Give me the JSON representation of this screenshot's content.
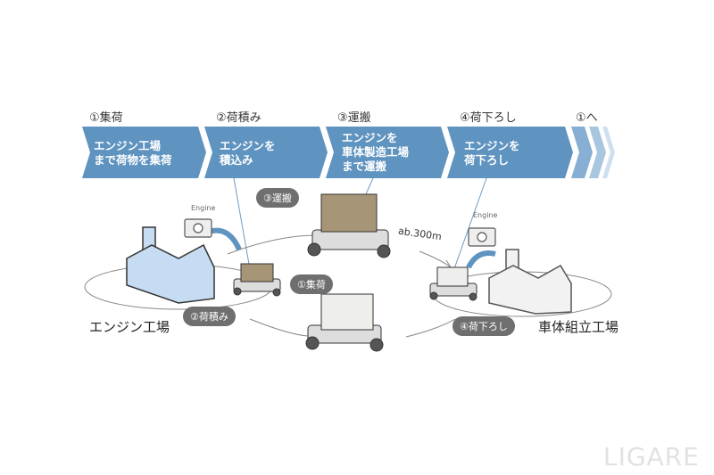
{
  "steps": [
    {
      "label": "①集荷",
      "text": [
        "エンジン工場",
        "まで荷物を集荷"
      ]
    },
    {
      "label": "②荷積み",
      "text": [
        "エンジンを",
        "積込み"
      ]
    },
    {
      "label": "③運搬",
      "text": [
        "エンジンを",
        "車体製造工場",
        "まで運搬"
      ]
    },
    {
      "label": "④荷下ろし",
      "text": [
        "エンジンを",
        "荷下ろし"
      ]
    }
  ],
  "loop_label": "①へ",
  "diagram": {
    "bubbles": {
      "transport": "③運搬",
      "collect": "①集荷",
      "load": "②荷積み",
      "unload": "④荷下ろし"
    },
    "engine_label_left": "Engine",
    "engine_label_right": "Engine",
    "distance": "ab.300m",
    "factory_left": "エンジン工場",
    "factory_right": "車体組立工場"
  },
  "watermark": "LIGARE",
  "colors": {
    "arrow": "#5f93c0",
    "arrow_light": "#a9c6df",
    "factory_blue": "#c5dcf2",
    "bubble": "#6f6f6f"
  }
}
